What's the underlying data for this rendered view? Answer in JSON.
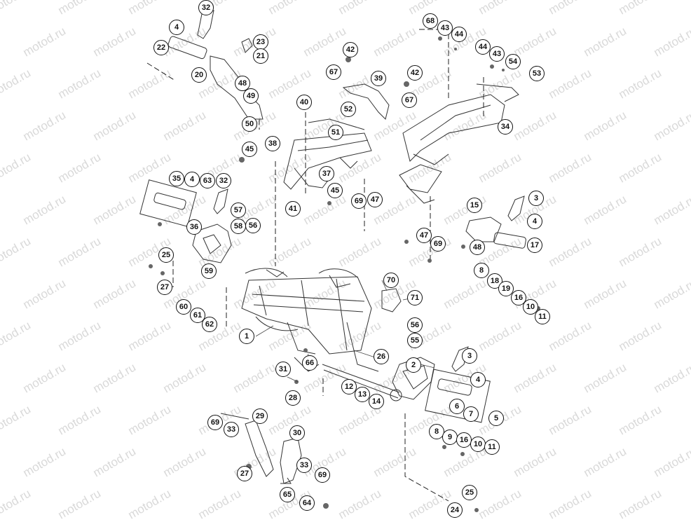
{
  "watermark": "motod.ru",
  "callouts": [
    {
      "label": "32"
    },
    {
      "label": "4"
    },
    {
      "label": "22"
    },
    {
      "label": "20"
    },
    {
      "label": "23"
    },
    {
      "label": "21"
    },
    {
      "label": "48"
    },
    {
      "label": "49"
    },
    {
      "label": "50"
    },
    {
      "label": "68"
    },
    {
      "label": "43"
    },
    {
      "label": "44"
    },
    {
      "label": "44"
    },
    {
      "label": "43"
    },
    {
      "label": "54"
    },
    {
      "label": "53"
    },
    {
      "label": "42"
    },
    {
      "label": "67"
    },
    {
      "label": "39"
    },
    {
      "label": "42"
    },
    {
      "label": "67"
    },
    {
      "label": "40"
    },
    {
      "label": "52"
    },
    {
      "label": "51"
    },
    {
      "label": "34"
    },
    {
      "label": "38"
    },
    {
      "label": "45"
    },
    {
      "label": "37"
    },
    {
      "label": "45"
    },
    {
      "label": "41"
    },
    {
      "label": "35"
    },
    {
      "label": "4"
    },
    {
      "label": "63"
    },
    {
      "label": "32"
    },
    {
      "label": "69"
    },
    {
      "label": "47"
    },
    {
      "label": "3"
    },
    {
      "label": "15"
    },
    {
      "label": "4"
    },
    {
      "label": "57"
    },
    {
      "label": "36"
    },
    {
      "label": "58"
    },
    {
      "label": "56"
    },
    {
      "label": "47"
    },
    {
      "label": "69"
    },
    {
      "label": "48"
    },
    {
      "label": "17"
    },
    {
      "label": "25"
    },
    {
      "label": "59"
    },
    {
      "label": "8"
    },
    {
      "label": "18"
    },
    {
      "label": "19"
    },
    {
      "label": "16"
    },
    {
      "label": "10"
    },
    {
      "label": "11"
    },
    {
      "label": "27"
    },
    {
      "label": "70"
    },
    {
      "label": "71"
    },
    {
      "label": "60"
    },
    {
      "label": "61"
    },
    {
      "label": "62"
    },
    {
      "label": "56"
    },
    {
      "label": "55"
    },
    {
      "label": "1"
    },
    {
      "label": "26"
    },
    {
      "label": "3"
    },
    {
      "label": "66"
    },
    {
      "label": "31"
    },
    {
      "label": "2"
    },
    {
      "label": "4"
    },
    {
      "label": "12"
    },
    {
      "label": "13"
    },
    {
      "label": "14"
    },
    {
      "label": "6"
    },
    {
      "label": "7"
    },
    {
      "label": "5"
    },
    {
      "label": "28"
    },
    {
      "label": "29"
    },
    {
      "label": "69"
    },
    {
      "label": "33"
    },
    {
      "label": "30"
    },
    {
      "label": "8"
    },
    {
      "label": "9"
    },
    {
      "label": "16"
    },
    {
      "label": "10"
    },
    {
      "label": "11"
    },
    {
      "label": "27"
    },
    {
      "label": "33"
    },
    {
      "label": "69"
    },
    {
      "label": "65"
    },
    {
      "label": "64"
    },
    {
      "label": "25"
    },
    {
      "label": "24"
    }
  ]
}
